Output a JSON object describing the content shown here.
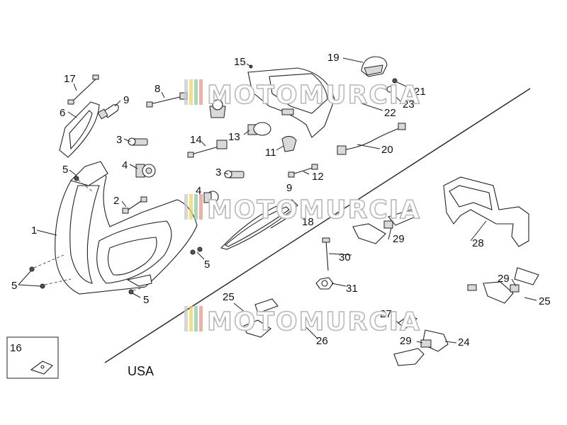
{
  "region_label": "USA",
  "watermark": "MOTOMURCIA",
  "watermark_colors": [
    "#c8c8c8",
    "#e9d36a",
    "#8fc9a0",
    "#e39a8a"
  ],
  "callouts": {
    "c1": "1",
    "c2": "2",
    "c3a": "3",
    "c3b": "3",
    "c4a": "4",
    "c4b": "4",
    "c5a": "5",
    "c5b": "5",
    "c5c": "5",
    "c5d": "5",
    "c6": "6",
    "c8": "8",
    "c9a": "9",
    "c9b": "9",
    "c11": "11",
    "c12": "12",
    "c13": "13",
    "c14": "14",
    "c15": "15",
    "c16": "16",
    "c17": "17",
    "c18": "18",
    "c19": "19",
    "c20": "20",
    "c21": "21",
    "c22": "22",
    "c23": "23",
    "c24": "24",
    "c25a": "25",
    "c25b": "25",
    "c26": "26",
    "c27": "27",
    "c28": "28",
    "c29a": "29",
    "c29b": "29",
    "c29c": "29",
    "c30": "30",
    "c31": "31"
  }
}
